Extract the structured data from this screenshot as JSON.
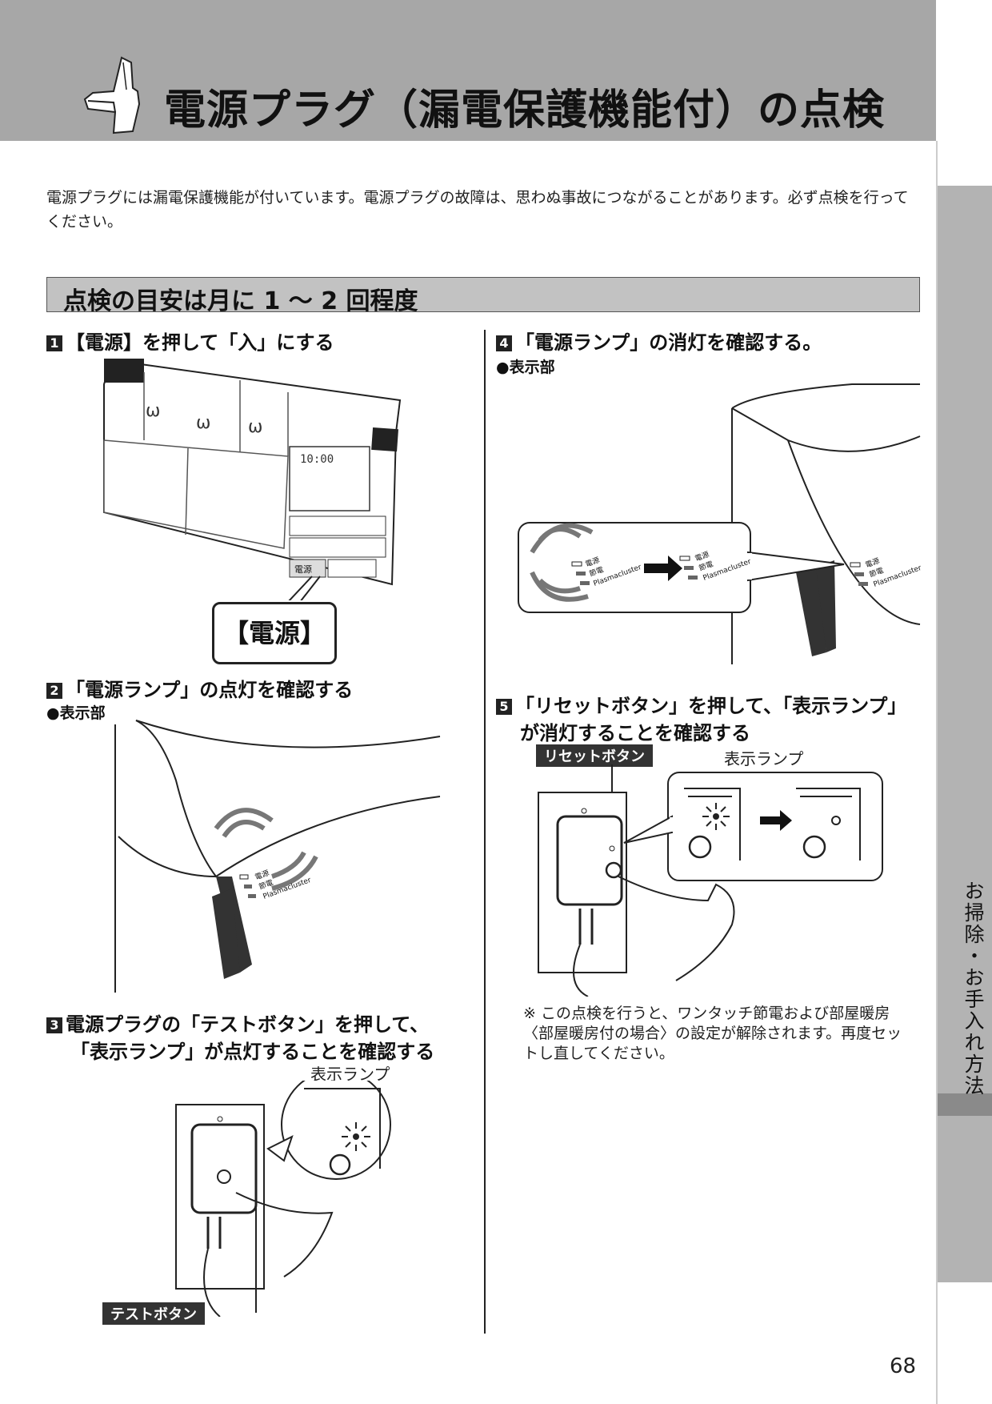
{
  "header": {
    "title": "電源プラグ（漏電保護機能付）の点検"
  },
  "intro": "電源プラグには漏電保護機能が付いています。電源プラグの故障は、思わぬ事故につながることがあります。必ず点検を行ってください。",
  "section": {
    "title": "点検の目安は月に 1 ～ 2 回程度"
  },
  "steps": {
    "s1": {
      "num": "1",
      "text": "【電源】を押して「入」にする",
      "power_label": "【電源】"
    },
    "s2": {
      "num": "2",
      "text": "「電源ランプ」の点灯を確認する",
      "sub": "●表示部"
    },
    "s3": {
      "num": "3",
      "line1": "電源プラグの「テストボタン」を押して、",
      "line2": "「表示ランプ」が点灯することを確認する",
      "lamp_label": "表示ランプ",
      "button_label": "テストボタン"
    },
    "s4": {
      "num": "4",
      "text": "「電源ランプ」の消灯を確認する。",
      "sub": "●表示部"
    },
    "s5": {
      "num": "5",
      "line1": "「リセットボタン」を押して、「表示ランプ」",
      "line2": "が消灯することを確認する",
      "button_label": "リセットボタン",
      "lamp_label": "表示ランプ"
    }
  },
  "lamp_labels": {
    "power": "電源",
    "eco": "節電",
    "plasma": "Plasmacluster"
  },
  "remote": {
    "power_btn": "電源"
  },
  "note": "※ この点検を行うと、ワンタッチ節電および部屋暖房〈部屋暖房付の場合〉の設定が解除されます。再度セットし直してください。",
  "sidebar": {
    "label": "お掃除・お手入れ方法"
  },
  "page_number": "68"
}
